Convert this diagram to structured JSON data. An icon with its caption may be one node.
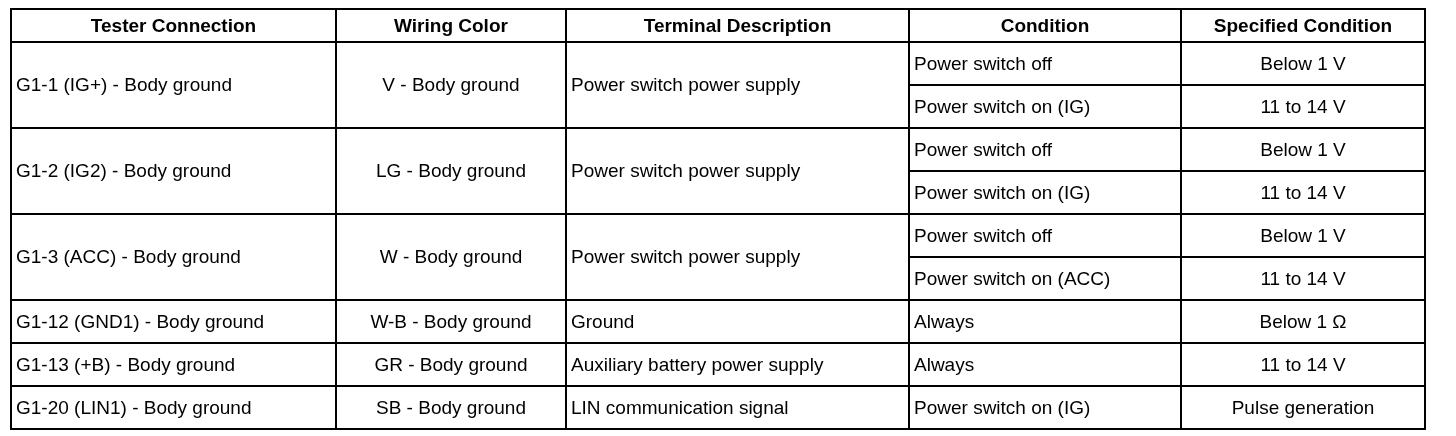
{
  "diagram": {
    "labels": [
      "Tester Connection",
      "Wiring Color",
      "Terminal Description",
      "Condition",
      "Specified Condition",
      "G1-1 (IG+) - Body ground",
      "V - Body ground",
      "Power switch power supply",
      "Power switch off",
      "Below 1 V",
      "Power switch on (IG)",
      "11 to 14 V",
      "G1-2 (IG2) - Body ground",
      "LG - Body ground",
      "Power switch power supply",
      "Power switch off",
      "Below 1 V",
      "Power switch on (IG)",
      "11 to 14 V",
      "G1-3 (ACC) - Body ground",
      "W - Body ground",
      "Power switch power supply",
      "Power switch off",
      "Below 1 V",
      "Power switch on (ACC)",
      "11 to 14 V",
      "G1-12 (GND1) - Body ground",
      "W-B - Body ground",
      "Ground",
      "Always",
      "Below 1 Ω",
      "G1-13 (+B) - Body ground",
      "GR - Body ground",
      "Auxiliary battery power supply",
      "Always",
      "11 to 14 V",
      "G1-20 (LIN1) - Body ground",
      "SB - Body ground",
      "LIN communication signal",
      "Power switch on (IG)",
      "Pulse generation"
    ]
  }
}
